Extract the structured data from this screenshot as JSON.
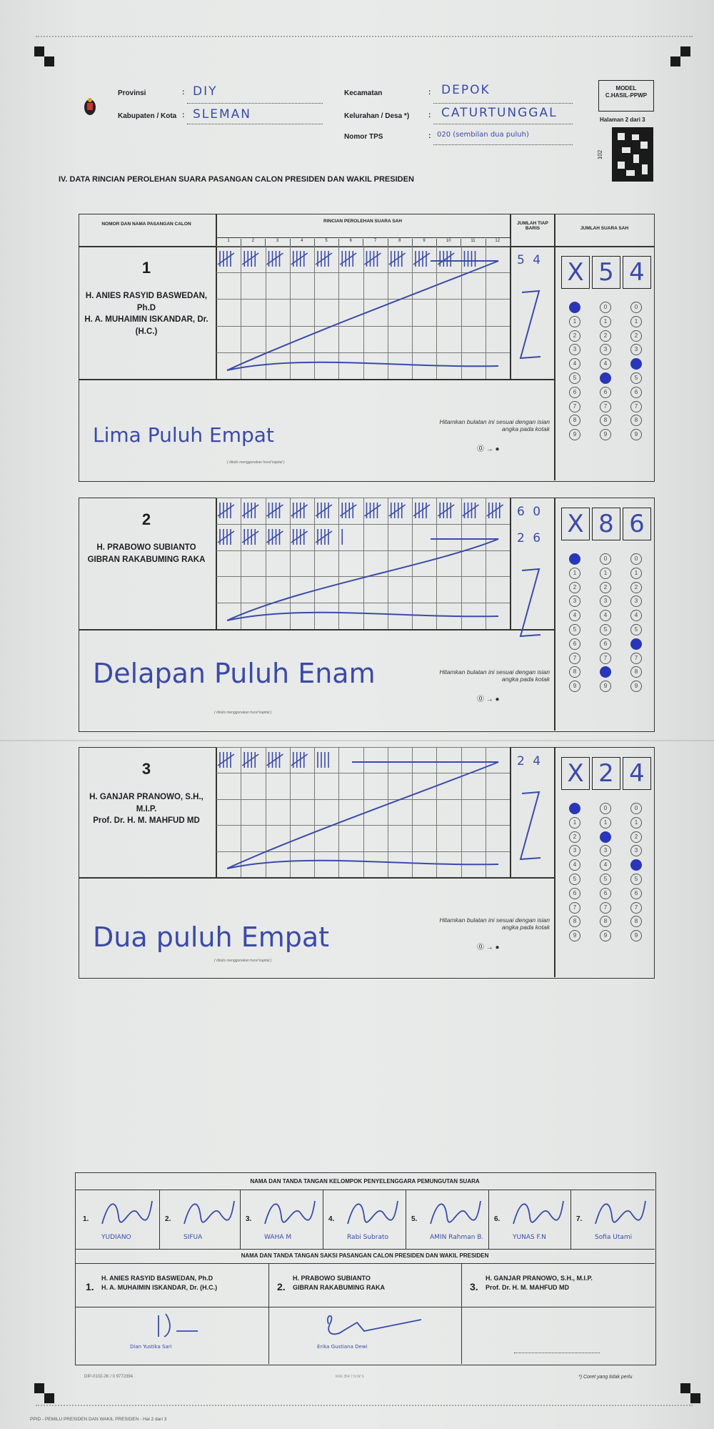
{
  "header": {
    "provinsi_label": "Provinsi",
    "provinsi_value": "DIY",
    "kabupaten_label": "Kabupaten / Kota",
    "kabupaten_value": "SLEMAN",
    "kecamatan_label": "Kecamatan",
    "kecamatan_value": "DEPOK",
    "kelurahan_label": "Kelurahan / Desa *)",
    "kelurahan_value": "CATURTUNGGAL",
    "tps_label": "Nomor TPS",
    "tps_value": "020 (sembilan dua puluh)",
    "model_line1": "MODEL",
    "model_line2": "C.HASIL-PPWP",
    "halaman": "Halaman 2 dari 3",
    "qr_number": "102"
  },
  "section_title": "IV.   DATA RINCIAN PEROLEHAN SUARA PASANGAN CALON PRESIDEN DAN WAKIL PRESIDEN",
  "table_headers": {
    "col1": "NOMOR DAN NAMA PASANGAN CALON",
    "col2": "RINCIAN PEROLEHAN SUARA SAH",
    "col3": "JUMLAH TIAP BARIS",
    "col4": "JUMLAH SUARA SAH",
    "cols": [
      "1",
      "2",
      "3",
      "4",
      "5",
      "6",
      "7",
      "8",
      "9",
      "10",
      "11",
      "12"
    ]
  },
  "candidates": [
    {
      "number": "1",
      "names": [
        "H. ANIES RASYID BASWEDAN, Ph.D",
        "H. A. MUHAIMIN ISKANDAR, Dr. (H.C.)"
      ],
      "row_totals": [
        "5 4"
      ],
      "digits": [
        "X",
        "5",
        "4"
      ],
      "words": "Lima Puluh Empat",
      "filled": [
        0,
        5,
        4
      ]
    },
    {
      "number": "2",
      "names": [
        "H. PRABOWO SUBIANTO",
        "GIBRAN RAKABUMING RAKA"
      ],
      "row_totals": [
        "6 0",
        "2 6"
      ],
      "digits": [
        "X",
        "8",
        "6"
      ],
      "words": "Delapan  Puluh  Enam",
      "filled": [
        0,
        8,
        6
      ]
    },
    {
      "number": "3",
      "names": [
        "H. GANJAR PRANOWO, S.H., M.I.P.",
        "Prof. Dr. H. M. MAHFUD MD"
      ],
      "row_totals": [
        "2 4"
      ],
      "digits": [
        "X",
        "2",
        "4"
      ],
      "words": "Dua puluh Empat",
      "filled": [
        0,
        2,
        4
      ]
    }
  ],
  "instruction": "Hitamkan bulatan ini sesuai dengan isian angka pada kotak",
  "capital_note": "( ditulis menggunakan huruf kapital )",
  "kpps_title": "NAMA DAN TANDA TANGAN KELOMPOK PENYELENGGARA PEMUNGUTAN SUARA",
  "kpps": [
    {
      "num": "1.",
      "name": "YUDIANO"
    },
    {
      "num": "2.",
      "name": "SIFUA"
    },
    {
      "num": "3.",
      "name": "WAHA M"
    },
    {
      "num": "4.",
      "name": "Rabi Subrato"
    },
    {
      "num": "5.",
      "name": "AMIN Rahman B."
    },
    {
      "num": "6.",
      "name": "YUNAS F.N"
    },
    {
      "num": "7.",
      "name": "Sofia Utami"
    }
  ],
  "saksi_title": "NAMA DAN TANDA TANGAN SAKSI PASANGAN CALON PRESIDEN DAN WAKIL PRESIDEN",
  "saksi": [
    {
      "num": "1.",
      "line1": "H. ANIES RASYID BASWEDAN, Ph.D",
      "line2": "H. A. MUHAIMIN ISKANDAR, Dr. (H.C.)",
      "signer": "Dian Yustika Sari"
    },
    {
      "num": "2.",
      "line1": "H. PRABOWO SUBIANTO",
      "line2": "GIBRAN RAKABUMING RAKA",
      "signer": "Erika Gustiana Dewi"
    },
    {
      "num": "3.",
      "line1": "H. GANJAR PRANOWO, S.H., M.I.P.",
      "line2": "Prof. Dr. H. M. MAHFUD MD",
      "signer": ""
    }
  ],
  "footer": {
    "code_left": "DIP-0102-2K / 0 9772394",
    "code_mid": "KKK 354 7 N W S",
    "note_right": "*) Coret yang tidak perlu",
    "bottom_text": "PPID - PEMILU PRESIDEN DAN WAKIL PRESIDEN - Hal 2 dari 3"
  },
  "colors": {
    "ink": "#3b4aa8",
    "bubble_fill": "#2a36b8"
  }
}
